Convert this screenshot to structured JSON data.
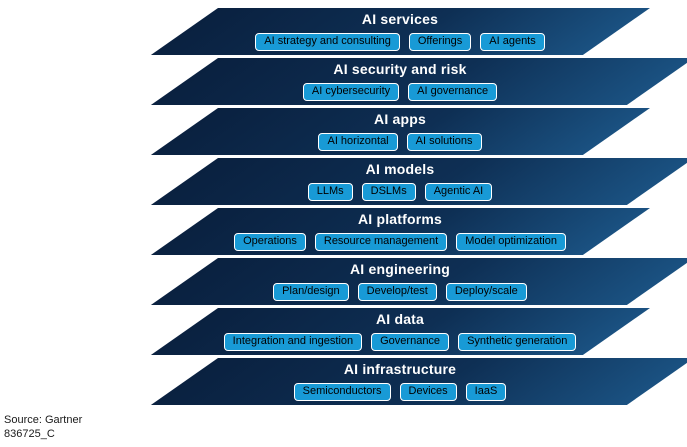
{
  "diagram": {
    "title_implicit": "",
    "layers": [
      {
        "title": "AI services",
        "pills": [
          "AI strategy and consulting",
          "Offerings",
          "AI agents"
        ]
      },
      {
        "title": "AI security and risk",
        "pills": [
          "AI cybersecurity",
          "AI governance"
        ]
      },
      {
        "title": "AI apps",
        "pills": [
          "AI horizontal",
          "AI solutions"
        ]
      },
      {
        "title": "AI models",
        "pills": [
          "LLMs",
          "DSLMs",
          "Agentic AI"
        ]
      },
      {
        "title": "AI platforms",
        "pills": [
          "Operations",
          "Resource management",
          "Model optimization"
        ]
      },
      {
        "title": "AI engineering",
        "pills": [
          "Plan/design",
          "Develop/test",
          "Deploy/scale"
        ]
      },
      {
        "title": "AI data",
        "pills": [
          "Integration and ingestion",
          "Governance",
          "Synthetic generation"
        ]
      },
      {
        "title": "AI infrastructure",
        "pills": [
          "Semiconductors",
          "Devices",
          "IaaS"
        ]
      }
    ],
    "colors": {
      "band_dark": "#0a2140",
      "band_light": "#1a5181",
      "pill_bg": "#189ad6",
      "pill_border": "#ffffff",
      "pill_text": "#000000",
      "title_text": "#ffffff"
    }
  },
  "footer": {
    "source": "Source: Gartner",
    "doc_id": "836725_C"
  }
}
